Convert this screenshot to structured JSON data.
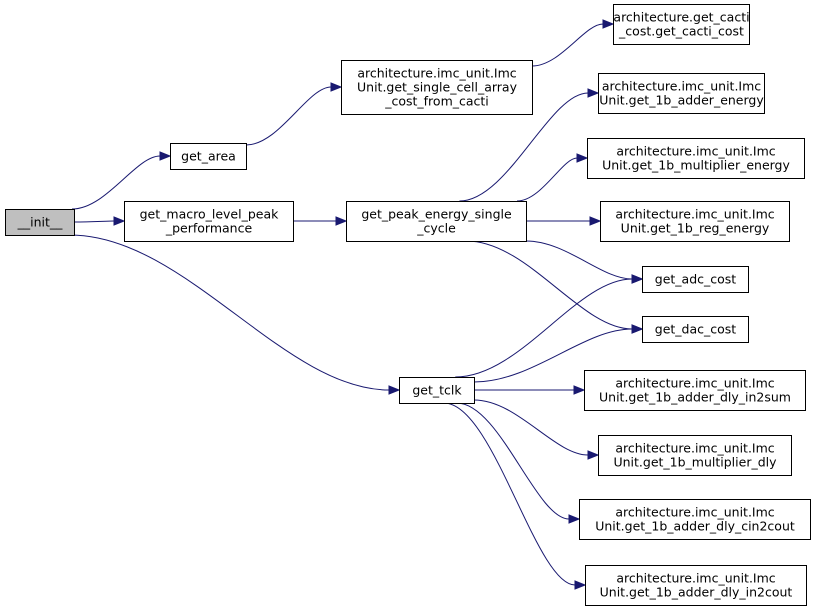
{
  "nodes": {
    "init": [
      "__init__"
    ],
    "get_area": [
      "get_area"
    ],
    "get_macro": [
      "get_macro_level_peak",
      "_performance"
    ],
    "get_tclk": [
      "get_tclk"
    ],
    "get_single": [
      "architecture.imc_unit.Imc",
      "Unit.get_single_cell_array",
      "_cost_from_cacti"
    ],
    "get_peak": [
      "get_peak_energy_single",
      "_cycle"
    ],
    "get_cacti": [
      "architecture.get_cacti",
      "_cost.get_cacti_cost"
    ],
    "adder_energy": [
      "architecture.imc_unit.Imc",
      "Unit.get_1b_adder_energy"
    ],
    "mult_energy": [
      "architecture.imc_unit.Imc",
      "Unit.get_1b_multiplier_energy"
    ],
    "reg_energy": [
      "architecture.imc_unit.Imc",
      "Unit.get_1b_reg_energy"
    ],
    "adc": [
      "get_adc_cost"
    ],
    "dac": [
      "get_dac_cost"
    ],
    "dly_in2sum": [
      "architecture.imc_unit.Imc",
      "Unit.get_1b_adder_dly_in2sum"
    ],
    "mult_dly": [
      "architecture.imc_unit.Imc",
      "Unit.get_1b_multiplier_dly"
    ],
    "dly_cin2cout": [
      "architecture.imc_unit.Imc",
      "Unit.get_1b_adder_dly_cin2cout"
    ],
    "dly_in2cout": [
      "architecture.imc_unit.Imc",
      "Unit.get_1b_adder_dly_in2cout"
    ]
  },
  "edges": [
    [
      "init",
      "get_area"
    ],
    [
      "init",
      "get_macro"
    ],
    [
      "init",
      "get_tclk"
    ],
    [
      "get_area",
      "get_single"
    ],
    [
      "get_macro",
      "get_peak"
    ],
    [
      "get_single",
      "get_cacti"
    ],
    [
      "get_peak",
      "adder_energy"
    ],
    [
      "get_peak",
      "mult_energy"
    ],
    [
      "get_peak",
      "reg_energy"
    ],
    [
      "get_peak",
      "adc"
    ],
    [
      "get_peak",
      "dac"
    ],
    [
      "get_tclk",
      "adc"
    ],
    [
      "get_tclk",
      "dac"
    ],
    [
      "get_tclk",
      "dly_in2sum"
    ],
    [
      "get_tclk",
      "mult_dly"
    ],
    [
      "get_tclk",
      "dly_cin2cout"
    ],
    [
      "get_tclk",
      "dly_in2cout"
    ]
  ]
}
